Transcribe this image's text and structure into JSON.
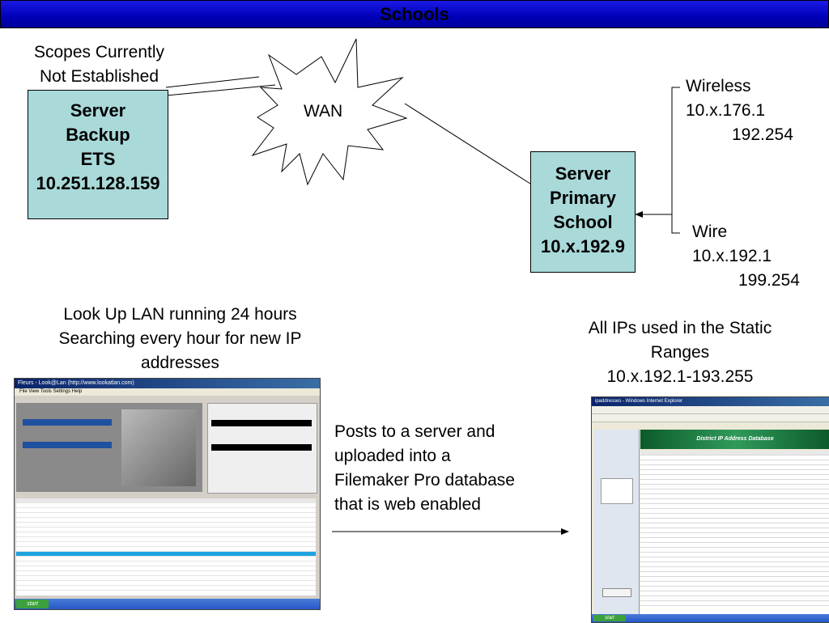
{
  "title": "Schools",
  "scopes_note": [
    "Scopes Currently",
    "Not Established"
  ],
  "backup_server": [
    "Server",
    "Backup",
    "ETS",
    "10.251.128.159"
  ],
  "wan_label": "WAN",
  "primary_server": [
    "Server",
    "Primary",
    "School",
    "10.x.192.9"
  ],
  "wireless": [
    "Wireless",
    "10.x.176.1",
    "192.254"
  ],
  "wire": [
    "Wire",
    "10.x.192.1",
    "199.254"
  ],
  "lookup_note": [
    "Look Up LAN running 24 hours",
    "Searching every hour for new IP",
    "addresses"
  ],
  "static_ranges_note": [
    "All IPs used in the Static",
    "Ranges",
    "10.x.192.1-193.255"
  ],
  "posts_note": [
    "Posts to a server and",
    "uploaded into a",
    "Filemaker Pro database",
    "that is web enabled"
  ],
  "screenshot_left": {
    "window_title": "Fleurs - Look@Lan (http://www.lookatlan.com)",
    "menu": "File  View  Tools  Settings  Help",
    "start_label": "start"
  },
  "screenshot_right": {
    "window_title": "ipaddresses - Windows Internet Explorer",
    "banner": "District IP Address Database",
    "start_label": "start"
  },
  "colors": {
    "title_bar": "#0000b8",
    "server_box": "#a9d9d9",
    "db_banner": "#2f9a5a"
  }
}
